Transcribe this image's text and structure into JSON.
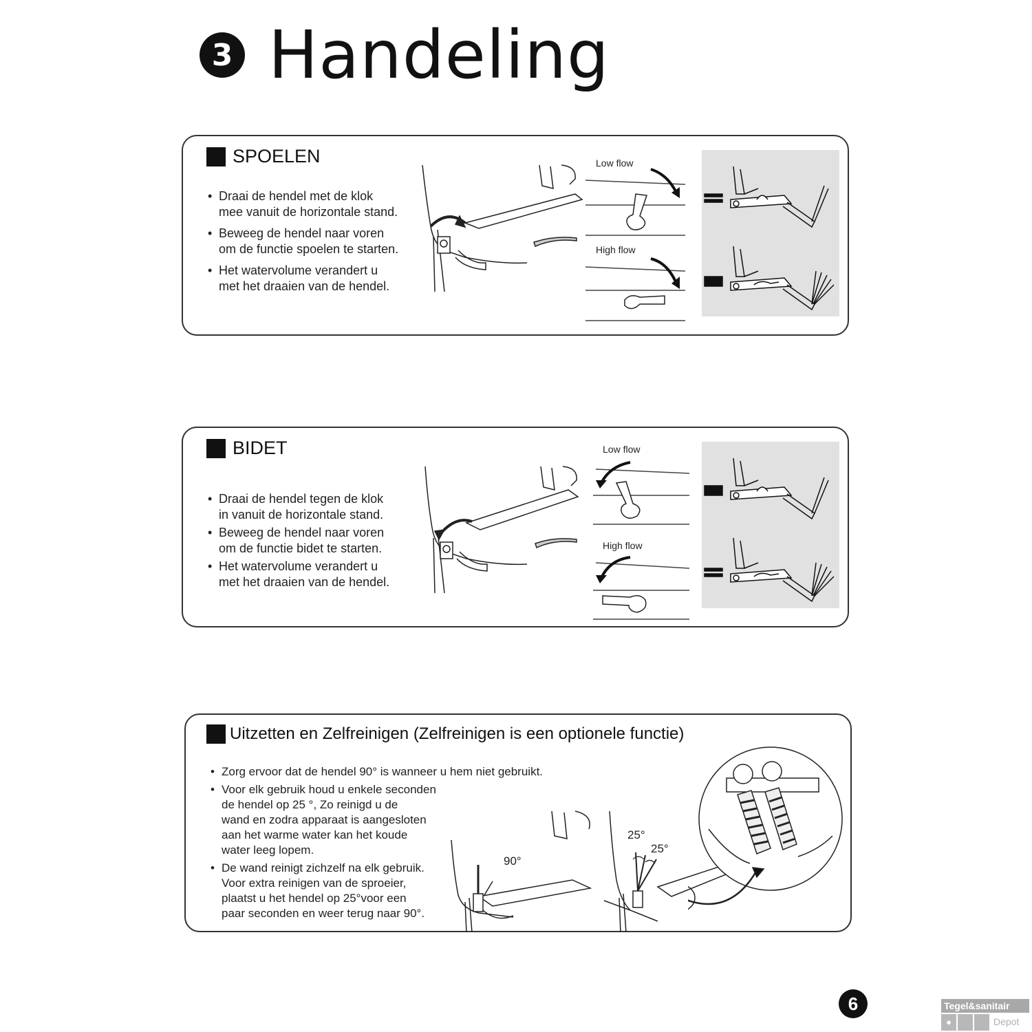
{
  "header": {
    "number": "3",
    "title": "Handeling"
  },
  "spoelen": {
    "title": "SPOELEN",
    "bullets": [
      {
        "line1": "Draai de hendel met de klok",
        "line2": "mee vanuit de horizontale stand."
      },
      {
        "line1": "Beweeg de hendel naar voren",
        "line2": "om de functie spoelen te starten."
      },
      {
        "line1": "Het watervolume verandert u",
        "line2": "met het draaien van de hendel."
      }
    ],
    "low_flow": "Low flow",
    "high_flow": "High flow"
  },
  "bidet": {
    "title": "BIDET",
    "bullets": [
      {
        "line1": "Draai de hendel tegen de klok",
        "line2": "in vanuit de horizontale stand."
      },
      {
        "line1": "Beweeg de hendel naar voren",
        "line2": "om de functie bidet te starten."
      },
      {
        "line1": "Het watervolume verandert u",
        "line2": "met het draaien van de hendel."
      }
    ],
    "low_flow": "Low flow",
    "high_flow": "High flow"
  },
  "uitzetten": {
    "title": "Uitzetten en Zelfreinigen (Zelfreinigen is een optionele functie)",
    "bullet1": "Zorg ervoor dat de hendel 90° is wanneer u hem niet  gebruikt.",
    "bullet2_lines": [
      "Voor elk gebruik houd u enkele seconden",
      "de hendel op 25 °, Zo reinigd u de",
      "wand en zodra apparaat is aangesloten",
      "aan het warme water kan het koude",
      "water leeg lopem."
    ],
    "bullet3_lines": [
      "De wand reinigt zichzelf na elk gebruik.",
      "Voor extra reinigen van de sproeier,",
      "plaatst u het hendel op 25°voor een",
      "paar seconden en weer terug naar 90°."
    ],
    "angle_90": "90°",
    "angle_25a": "25°",
    "angle_25b": "25°"
  },
  "footer": {
    "page_number": "6",
    "logo_top": "Tegel&sanitair",
    "logo_bottom": "Depot"
  }
}
